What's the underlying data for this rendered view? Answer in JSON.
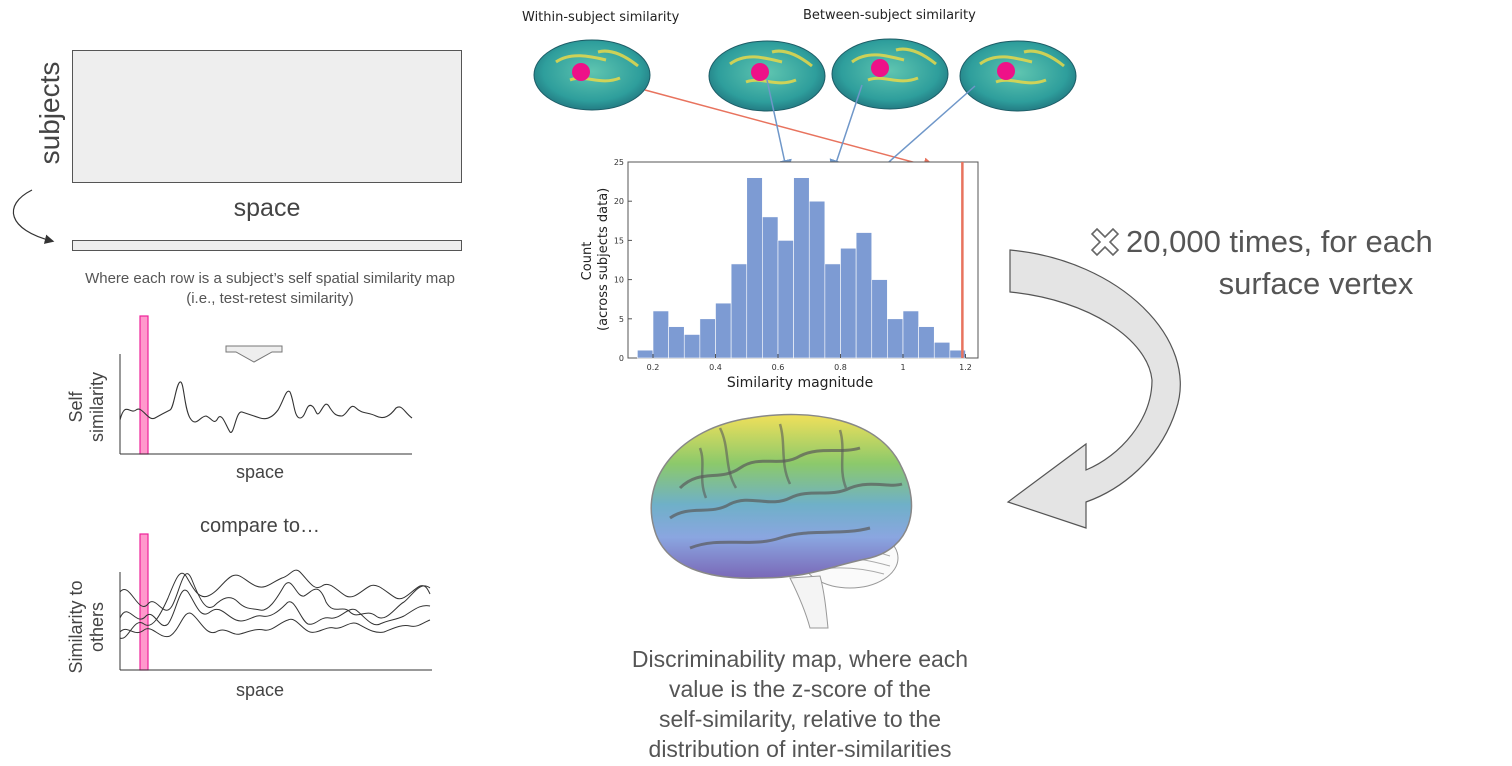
{
  "left_panel": {
    "matrix_y_label": "subjects",
    "matrix_x_label": "space",
    "row_caption_line1": "Where each row is a subject’s self spatial similarity map",
    "row_caption_line2": "(i.e., test-retest similarity)",
    "self_plot": {
      "y_label_line1": "Self",
      "y_label_line2": "similarity",
      "x_label": "space"
    },
    "compare_text": "compare to…",
    "others_plot": {
      "y_label_line1": "Similarity to",
      "y_label_line2": "others",
      "x_label": "space"
    },
    "highlight_color": "#ff69b4"
  },
  "brains_row": {
    "within_label": "Within-subject similarity",
    "between_label": "Between-subject similarity",
    "marker_color": "#ee1188",
    "within_arrow_color": "#e8735e",
    "between_arrow_color": "#6f97c9"
  },
  "chart_data": {
    "type": "bar",
    "title": "",
    "xlabel": "Similarity magnitude",
    "ylabel_line1": "Count",
    "ylabel_line2": "(across subjects data)",
    "xlim": [
      0.12,
      1.24
    ],
    "ylim": [
      0,
      25
    ],
    "x_ticks": [
      0.2,
      0.4,
      0.6,
      0.8,
      1,
      1.2
    ],
    "y_ticks": [
      0,
      5,
      10,
      15,
      20,
      25
    ],
    "bin_width": 0.05,
    "bin_starts": [
      0.15,
      0.2,
      0.25,
      0.3,
      0.35,
      0.4,
      0.45,
      0.5,
      0.55,
      0.6,
      0.65,
      0.7,
      0.75,
      0.8,
      0.85,
      0.9,
      0.95,
      1.0,
      1.05,
      1.1,
      1.15
    ],
    "values": [
      1,
      6,
      4,
      3,
      5,
      7,
      12,
      23,
      18,
      15,
      23,
      20,
      12,
      14,
      16,
      10,
      5,
      6,
      4,
      2,
      1
    ],
    "bar_color": "#7d9bd3",
    "self_similarity_line": 1.19,
    "self_line_color": "#e8735e"
  },
  "right_panel": {
    "repeat_text_line1": "20,000 times, for each",
    "repeat_text_line2": "surface vertex",
    "cross_icon": "cross-icon"
  },
  "bottom_caption": {
    "line1": "Discriminability map, where each",
    "line2": "value is the z-score of the",
    "line3": "self-similarity, relative to the",
    "line4": "distribution of inter-similarities"
  }
}
